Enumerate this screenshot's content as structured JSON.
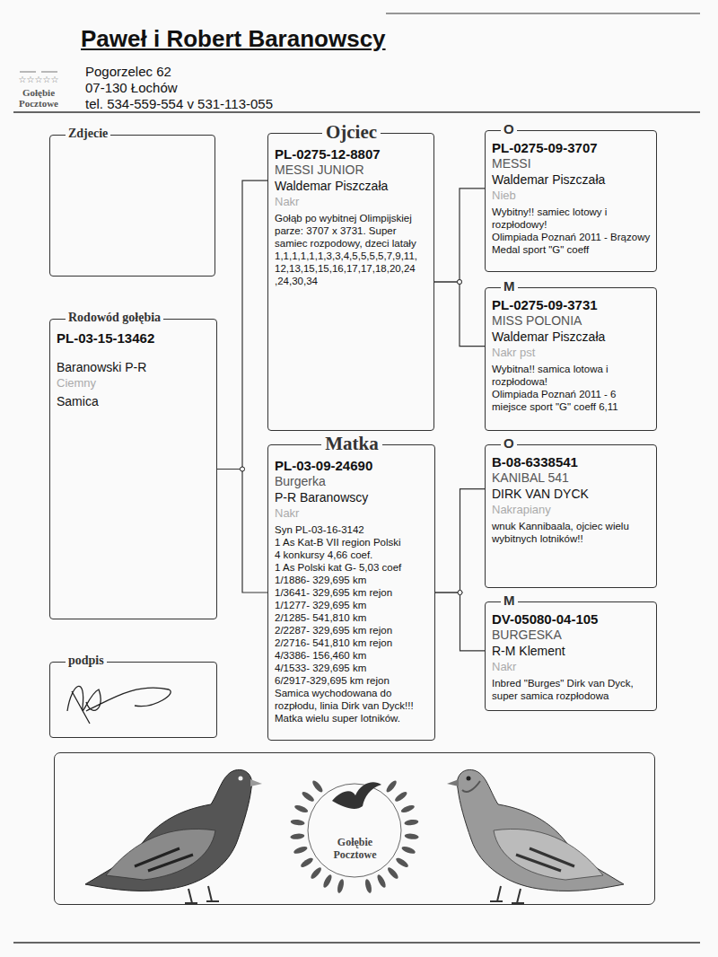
{
  "diagram": {
    "title": "Paweł i Robert Baranowscy",
    "nodes": [
      {
        "text": [
          "Zdjecie"
        ]
      },
      {
        "text": [
          "Rodowód gołębia",
          "PL-03-15-13462",
          "Baranowski P-R",
          "Ciemny",
          "Samica"
        ]
      },
      {
        "text": [
          "podpis"
        ]
      },
      {
        "text": [
          "Ojciec",
          "PL-0275-12-8807",
          "MESSI JUNIOR",
          "Waldemar Piszczała",
          "Nakr",
          "Gołąb po wybitnej Olimpijskiej parze: 3707 x 3731. Super samiec rozpodowy, dzeci latały 1,1,1,1,1,1,3,3,4,5,5,5,5,7,9,11, 12,13,15,15,16,17,17,18,20,24 ,24,30,34"
        ]
      },
      {
        "text": [
          "Matka",
          "PL-03-09-24690",
          "Burgerka",
          "P-R Baranowscy",
          "Nakr",
          "Syn PL-03-16-3142",
          "1 As Kat-B VII region Polski",
          "4 konkursy 4,66 coef.",
          "1 As Polski kat G- 5,03 coef",
          "1/1886- 329,695 km",
          "1/3641- 329,695 km rejon",
          "1/1277- 329,695 km",
          "2/1285- 541,810 km",
          "2/2287- 329,695 km rejon",
          "2/2716- 541,810 km rejon",
          "4/3386- 156,460 km",
          "4/1533- 329,695 km",
          "6/2917-329,695 km rejon",
          "Samica wychodowana do rozpłodu, linia Dirk van Dyck!!!",
          "Matka wielu super lotników."
        ]
      },
      {
        "text": [
          "O",
          "PL-0275-09-3707",
          "MESSI",
          "Waldemar Piszczała",
          "Nieb",
          "Wybitny!! samiec lotowy i rozpłodowy!",
          "Olimpiada Poznań 2011 - Brązowy Medal sport \"G\" coeff"
        ]
      },
      {
        "text": [
          "M",
          "PL-0275-09-3731",
          "MISS POLONIA",
          "Waldemar Piszczała",
          "Nakr pst",
          "Wybitna!! samica lotowa i rozpłodowa!",
          "Olimpiada Poznań 2011 - 6 miejsce sport \"G\" coeff 6,11"
        ]
      },
      {
        "text": [
          "O",
          "B-08-6338541",
          "KANIBAL 541",
          "DIRK VAN DYCK",
          "Nakrapiany",
          "wnuk Kannibaala, ojciec wielu wybitnych lotników!!"
        ]
      },
      {
        "text": [
          "M",
          "DV-05080-04-105",
          "BURGESKA",
          "R-M Klement",
          "Nakr",
          "Inbred \"Burges\" Dirk van Dyck, super samica rozpłodowa"
        ]
      },
      {
        "text": [
          "Gołębie Pocztowe"
        ]
      }
    ],
    "edges": [
      {
        "from": 1,
        "to": 3,
        "arrow": "none"
      },
      {
        "from": 1,
        "to": 4,
        "arrow": "none"
      },
      {
        "from": 3,
        "to": 5,
        "arrow": "none"
      },
      {
        "from": 3,
        "to": 6,
        "arrow": "none"
      },
      {
        "from": 4,
        "to": 7,
        "arrow": "none"
      },
      {
        "from": 4,
        "to": 8,
        "arrow": "none"
      }
    ],
    "labels": [
      "Pogorzelec 62",
      "07-130 Łochów",
      "tel. 534-559-554 v 531-113-055",
      "☆☆☆☆☆",
      "Gołębie Pocztowe"
    ]
  }
}
